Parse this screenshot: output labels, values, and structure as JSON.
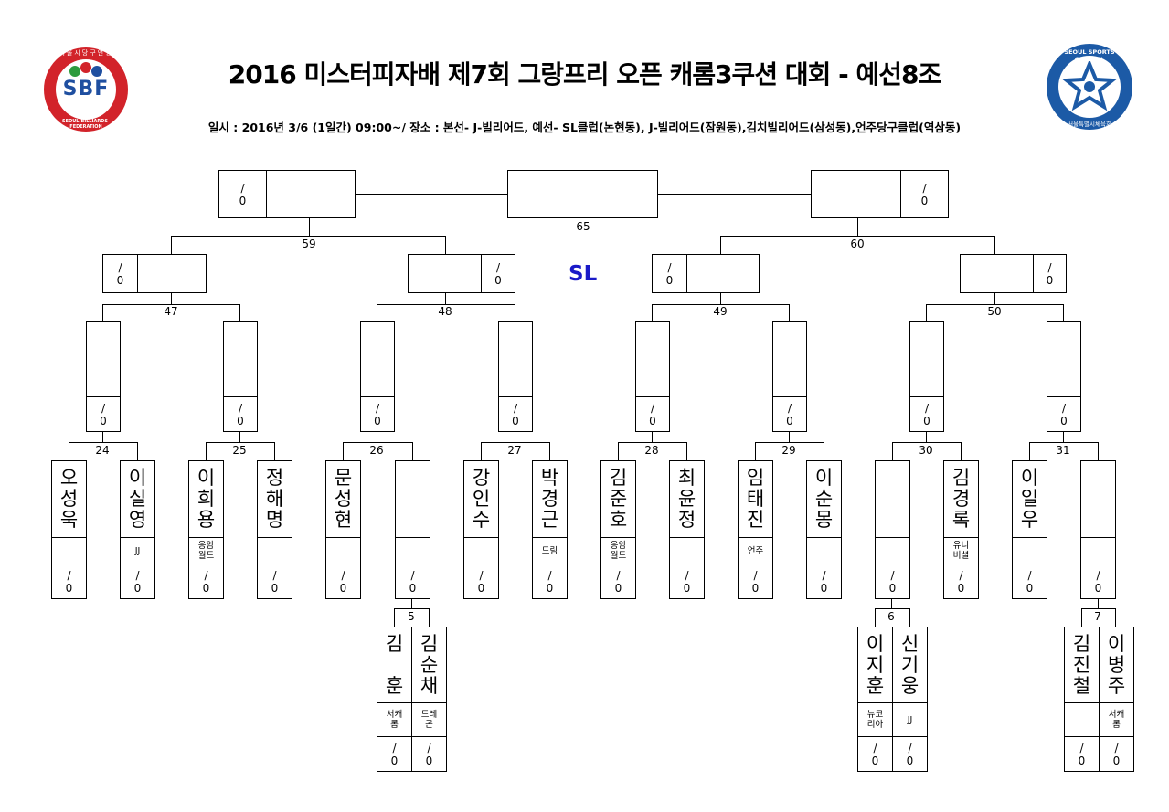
{
  "header": {
    "title": "2016 미스터피자배 제7회 그랑프리 오픈 캐롬3쿠션 대회 - 예선8조",
    "subtitle": "일시 : 2016년 3/6 (1일간) 09:00~/ 장소 : 본선- J-빌리어드, 예선- SL클럽(논현동), J-빌리어드(잠원동),김치빌리어드(삼성동),언주당구클럽(역삼동)"
  },
  "logos": {
    "left_letters": "SBF",
    "left_ring_text": "SEOUL-BILLIARDS-FEDERATION",
    "left_top_text": "서울시당구연맹",
    "right_ring_text": "SEOUL SPORTS COUNCIL",
    "right_bottom_text": "서울특별시체육회"
  },
  "venue_label": "SL",
  "score_text": "/\n0",
  "colors": {
    "sl_blue": "#1a1ac8",
    "logo_red": "#d2232a",
    "logo_green": "#2e9b3e",
    "logo_blue": "#1f4fa0",
    "council_blue": "#1c5aa6"
  },
  "matches": {
    "m5": "5",
    "m6": "6",
    "m7": "7",
    "m24": "24",
    "m25": "25",
    "m26": "26",
    "m27": "27",
    "m28": "28",
    "m29": "29",
    "m30": "30",
    "m31": "31",
    "m47": "47",
    "m48": "48",
    "m49": "49",
    "m50": "50",
    "m59": "59",
    "m60": "60",
    "m65": "65"
  },
  "players": {
    "p1": {
      "name": "오\n성\n욱",
      "aff": ""
    },
    "p2": {
      "name": "이\n실\n영",
      "aff": "JJ"
    },
    "p3": {
      "name": "이\n희\n용",
      "aff": "응암\n월드"
    },
    "p4": {
      "name": "정\n해\n명",
      "aff": ""
    },
    "p5": {
      "name": "문\n성\n현",
      "aff": ""
    },
    "p6": {
      "name": "",
      "aff": ""
    },
    "p7": {
      "name": "강\n인\n수",
      "aff": ""
    },
    "p8": {
      "name": "박\n경\n근",
      "aff": "드림"
    },
    "p9": {
      "name": "김\n준\n호",
      "aff": "응암\n월드"
    },
    "p10": {
      "name": "최\n윤\n정",
      "aff": ""
    },
    "p11": {
      "name": "임\n태\n진",
      "aff": "언주"
    },
    "p12": {
      "name": "이\n순\n몽",
      "aff": ""
    },
    "p13": {
      "name": "",
      "aff": ""
    },
    "p14": {
      "name": "김\n경\n록",
      "aff": "유니\n버셜"
    },
    "p15": {
      "name": "이\n일\n우",
      "aff": ""
    },
    "p16": {
      "name": "",
      "aff": ""
    },
    "q1": {
      "name": "김\n\n훈",
      "aff": "서캐\n롬"
    },
    "q2": {
      "name": "김\n순\n채",
      "aff": "드레\n곤"
    },
    "q3": {
      "name": "이\n지\n훈",
      "aff": "뉴코\n리아"
    },
    "q4": {
      "name": "신\n기\n웅",
      "aff": "JJ"
    },
    "q5": {
      "name": "김\n진\n철",
      "aff": ""
    },
    "q6": {
      "name": "이\n병\n주",
      "aff": "서캐\n롬"
    }
  }
}
